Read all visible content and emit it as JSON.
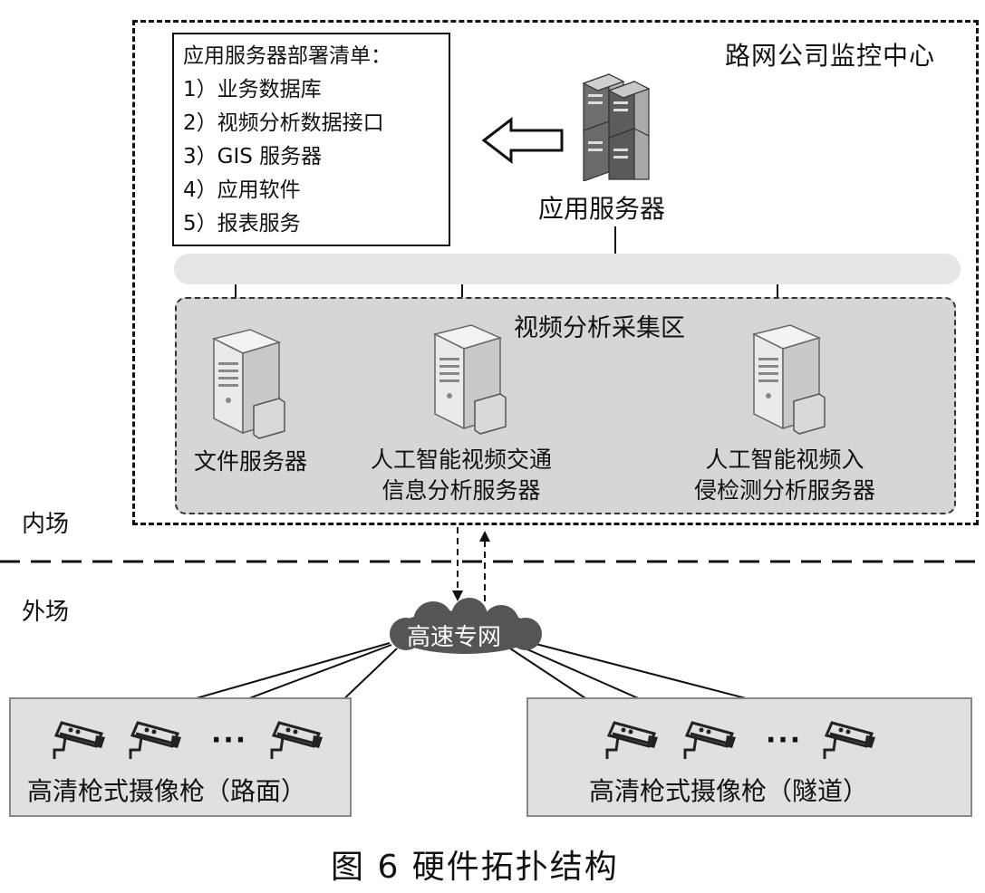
{
  "center": {
    "title": "路网公司监控中心"
  },
  "deploy_list": {
    "title": "应用服务器部署清单：",
    "items": [
      "1）业务数据库",
      "2）视频分析数据接口",
      "3）GIS 服务器",
      "4）应用软件",
      "5）报表服务"
    ]
  },
  "app_server": {
    "label": "应用服务器"
  },
  "zone": {
    "title": "视频分析采集区"
  },
  "servers": {
    "file": "文件服务器",
    "traffic_line1": "人工智能视频交通",
    "traffic_line2": "信息分析服务器",
    "intrusion_line1": "人工智能视频入",
    "intrusion_line2": "侵检测分析服务器"
  },
  "areas": {
    "inner": "内场",
    "outer": "外场"
  },
  "network": {
    "label": "高速专网"
  },
  "cameras": {
    "road_label": "高清枪式摄像枪（路面）",
    "tunnel_label": "高清枪式摄像枪（隧道）",
    "ellipsis": "···"
  },
  "figure": {
    "caption": "图 6   硬件拓扑结构"
  },
  "colors": {
    "zone_fill": "#d6d6d6",
    "bus_fill": "#e6e6e6",
    "cloud_fill": "#555555",
    "server_fill": "#e0e0e0"
  }
}
